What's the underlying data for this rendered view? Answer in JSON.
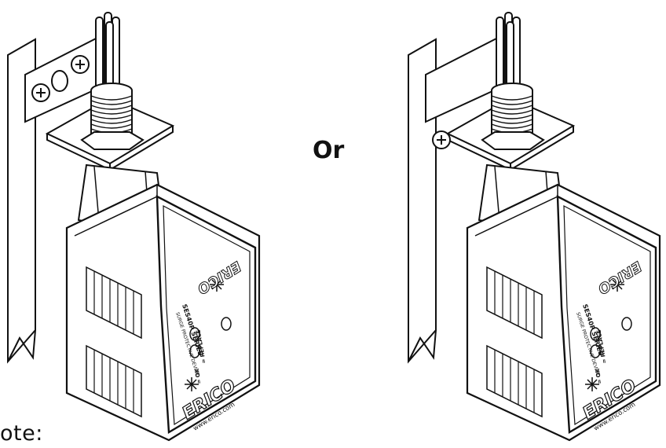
{
  "separator": "Or",
  "note": "ote:",
  "devices": [
    {
      "brand": "ERICO",
      "series": "SES40P SERIES",
      "subtitle": "SURGE PROTECTIVE DEVICE",
      "url": "www.erico.com",
      "status_ok": "= OK",
      "status_replace": "= REPLACE"
    },
    {
      "brand": "ERICO",
      "series": "SES40P SERIES",
      "subtitle": "SURGE PROTECTIVE DEVICE",
      "url": "www.erico.com",
      "status_ok": "= OK",
      "status_replace": "= REPLACE"
    }
  ],
  "colors": {
    "line": "#111111",
    "fill": "#ffffff"
  },
  "icons": [
    "screw-icon",
    "led-icon",
    "starburst-icon"
  ]
}
